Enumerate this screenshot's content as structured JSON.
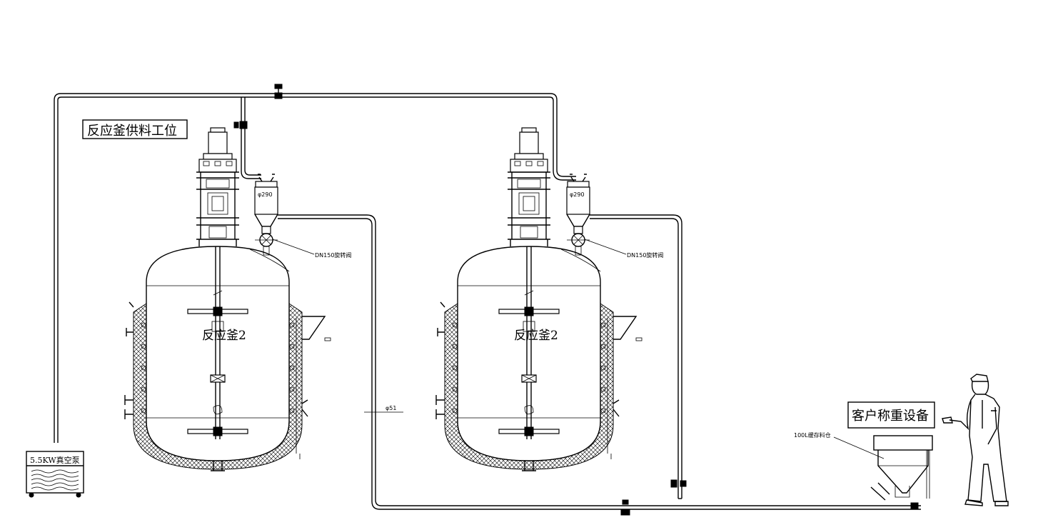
{
  "station_title": "反应釜供料工位",
  "reactor_left": {
    "label": "反应釜2",
    "valve_label": "DN150旋转阀",
    "hopper_label": "φ290"
  },
  "reactor_right": {
    "label": "反应釜2",
    "valve_label": "DN150旋转阀",
    "hopper_label": "φ290"
  },
  "pipe_label": "φ51",
  "pump_label": "5.5KW真空泵",
  "weighing_label": "客户称重设备",
  "buffer_label": "100L缓存料仓"
}
